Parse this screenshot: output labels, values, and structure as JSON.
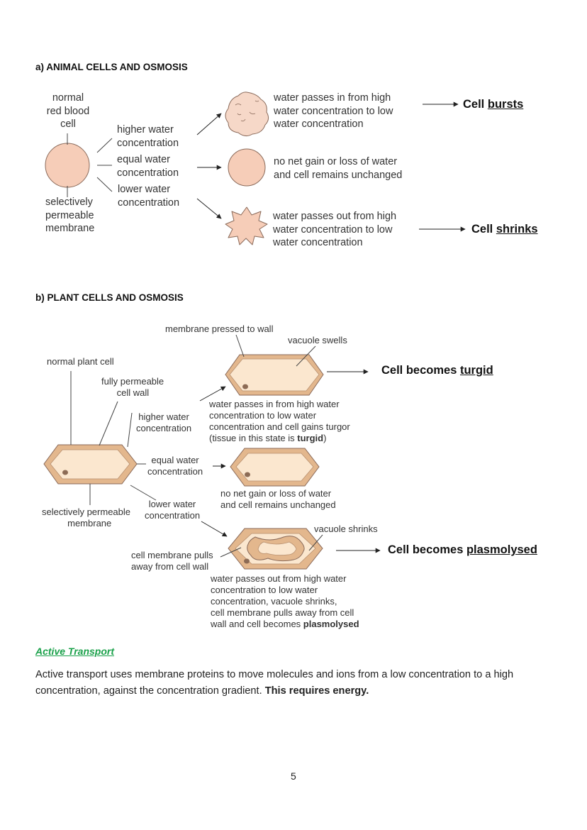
{
  "section_a": {
    "heading": "a) ANIMAL CELLS AND OSMOSIS",
    "normal_cell_label": "normal\nred blood\ncell",
    "membrane_label": "selectively\npermeable\nmembrane",
    "higher_label": "higher water\nconcentration",
    "equal_label": "equal water\nconcentration",
    "lower_label": "lower water\nconcentration",
    "burst_desc": "water passes in from high\nwater concentration to low\nwater concentration",
    "unchanged_desc": "no net gain or loss of water\nand cell remains unchanged",
    "shrink_desc": "water passes out from high\nwater concentration to low\nwater concentration",
    "result_burst_prefix": "Cell ",
    "result_burst_word": "bursts",
    "result_shrink_prefix": "Cell ",
    "result_shrink_word": "shrinks"
  },
  "section_b": {
    "heading": "b) PLANT CELLS AND OSMOSIS",
    "membrane_pressed": "membrane pressed to wall",
    "vacuole_swells": "vacuole swells",
    "normal_plant_cell": "normal plant cell",
    "fully_permeable": "fully permeable\n      cell wall",
    "higher_label": "higher water\nconcentration",
    "turgid_desc": "water passes in from high water\nconcentration to low water\nconcentration and cell gains turgor\n(tissue in this state is ",
    "turgid_word": "turgid",
    "turgid_close": ")",
    "equal_label": "equal water\nconcentration",
    "unchanged_desc": "no net gain or loss of water\nand cell remains unchanged",
    "lower_label": "lower water\nconcentration",
    "membrane_label": "selectively permeable\n          membrane",
    "vacuole_shrinks": "vacuole shrinks",
    "pulls_away": "cell membrane pulls\naway from cell wall",
    "plasmolysed_desc": "water passes out from high water\nconcentration to low water\nconcentration, vacuole shrinks,\ncell membrane pulls away from cell\nwall and cell becomes ",
    "plasmolysed_word": "plasmolysed",
    "result_turgid_prefix": "Cell becomes ",
    "result_turgid_word": "turgid",
    "result_plasmolysed_prefix": "Cell becomes ",
    "result_plasmolysed_word": "plasmolysed"
  },
  "active_transport": {
    "title": "Active Transport",
    "text": "Active transport uses membrane proteins to move molecules and ions from a low concentration to a high concentration, against the concentration gradient. ",
    "emphasis": "This requires energy."
  },
  "page_number": "5",
  "colors": {
    "cell_fill": "#f6cdb8",
    "cell_stroke": "#8a6a5a",
    "wall_fill": "#e3b78d",
    "plant_inner": "#fbe7cf",
    "nucleus": "#8c6b55",
    "link_green": "#1aa14a"
  }
}
